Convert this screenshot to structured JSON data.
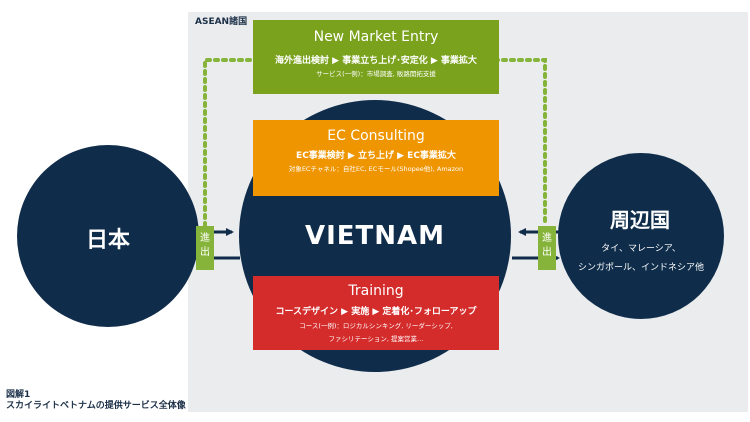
{
  "region_label": "ASEAN諸国",
  "japan": {
    "label": "日本"
  },
  "vietnam": {
    "label": "VIETNAM"
  },
  "neighbors": {
    "title": "周辺国",
    "line1": "タイ、マレーシア、",
    "line2": "シンガポール、インドネシア他"
  },
  "services": {
    "new_market": {
      "title": "New Market Entry",
      "main": "海外進出検討 ▶ 事業立ち上げ･安定化 ▶ 事業拡大",
      "sub": "サービス(一例)：市場調査, 販路開拓支援"
    },
    "ec": {
      "title": "EC Consulting",
      "main": "EC事業検討 ▶ 立ち上げ ▶ EC事業拡大",
      "sub": "対象ECチャネル：自社EC, ECモール(Shopee他), Amazon"
    },
    "training": {
      "title": "Training",
      "main": "コースデザイン ▶ 実施 ▶ 定着化･フォローアップ",
      "sub1": "コース(一例)：ロジカルシンキング, リーダーシップ,",
      "sub2": "ファシリテーション, 提案営業…"
    }
  },
  "entry_tab": {
    "left": "進出",
    "right": "進出"
  },
  "caption": {
    "line1": "図解1",
    "line2": "スカイライトベトナムの提供サービス全体像"
  },
  "colors": {
    "navy": "#0f2d4a",
    "region_bg": "#eaecee",
    "green": "#7aa21d",
    "green_dots": "#86b43a",
    "orange": "#ef9500",
    "red": "#d42b2b"
  }
}
